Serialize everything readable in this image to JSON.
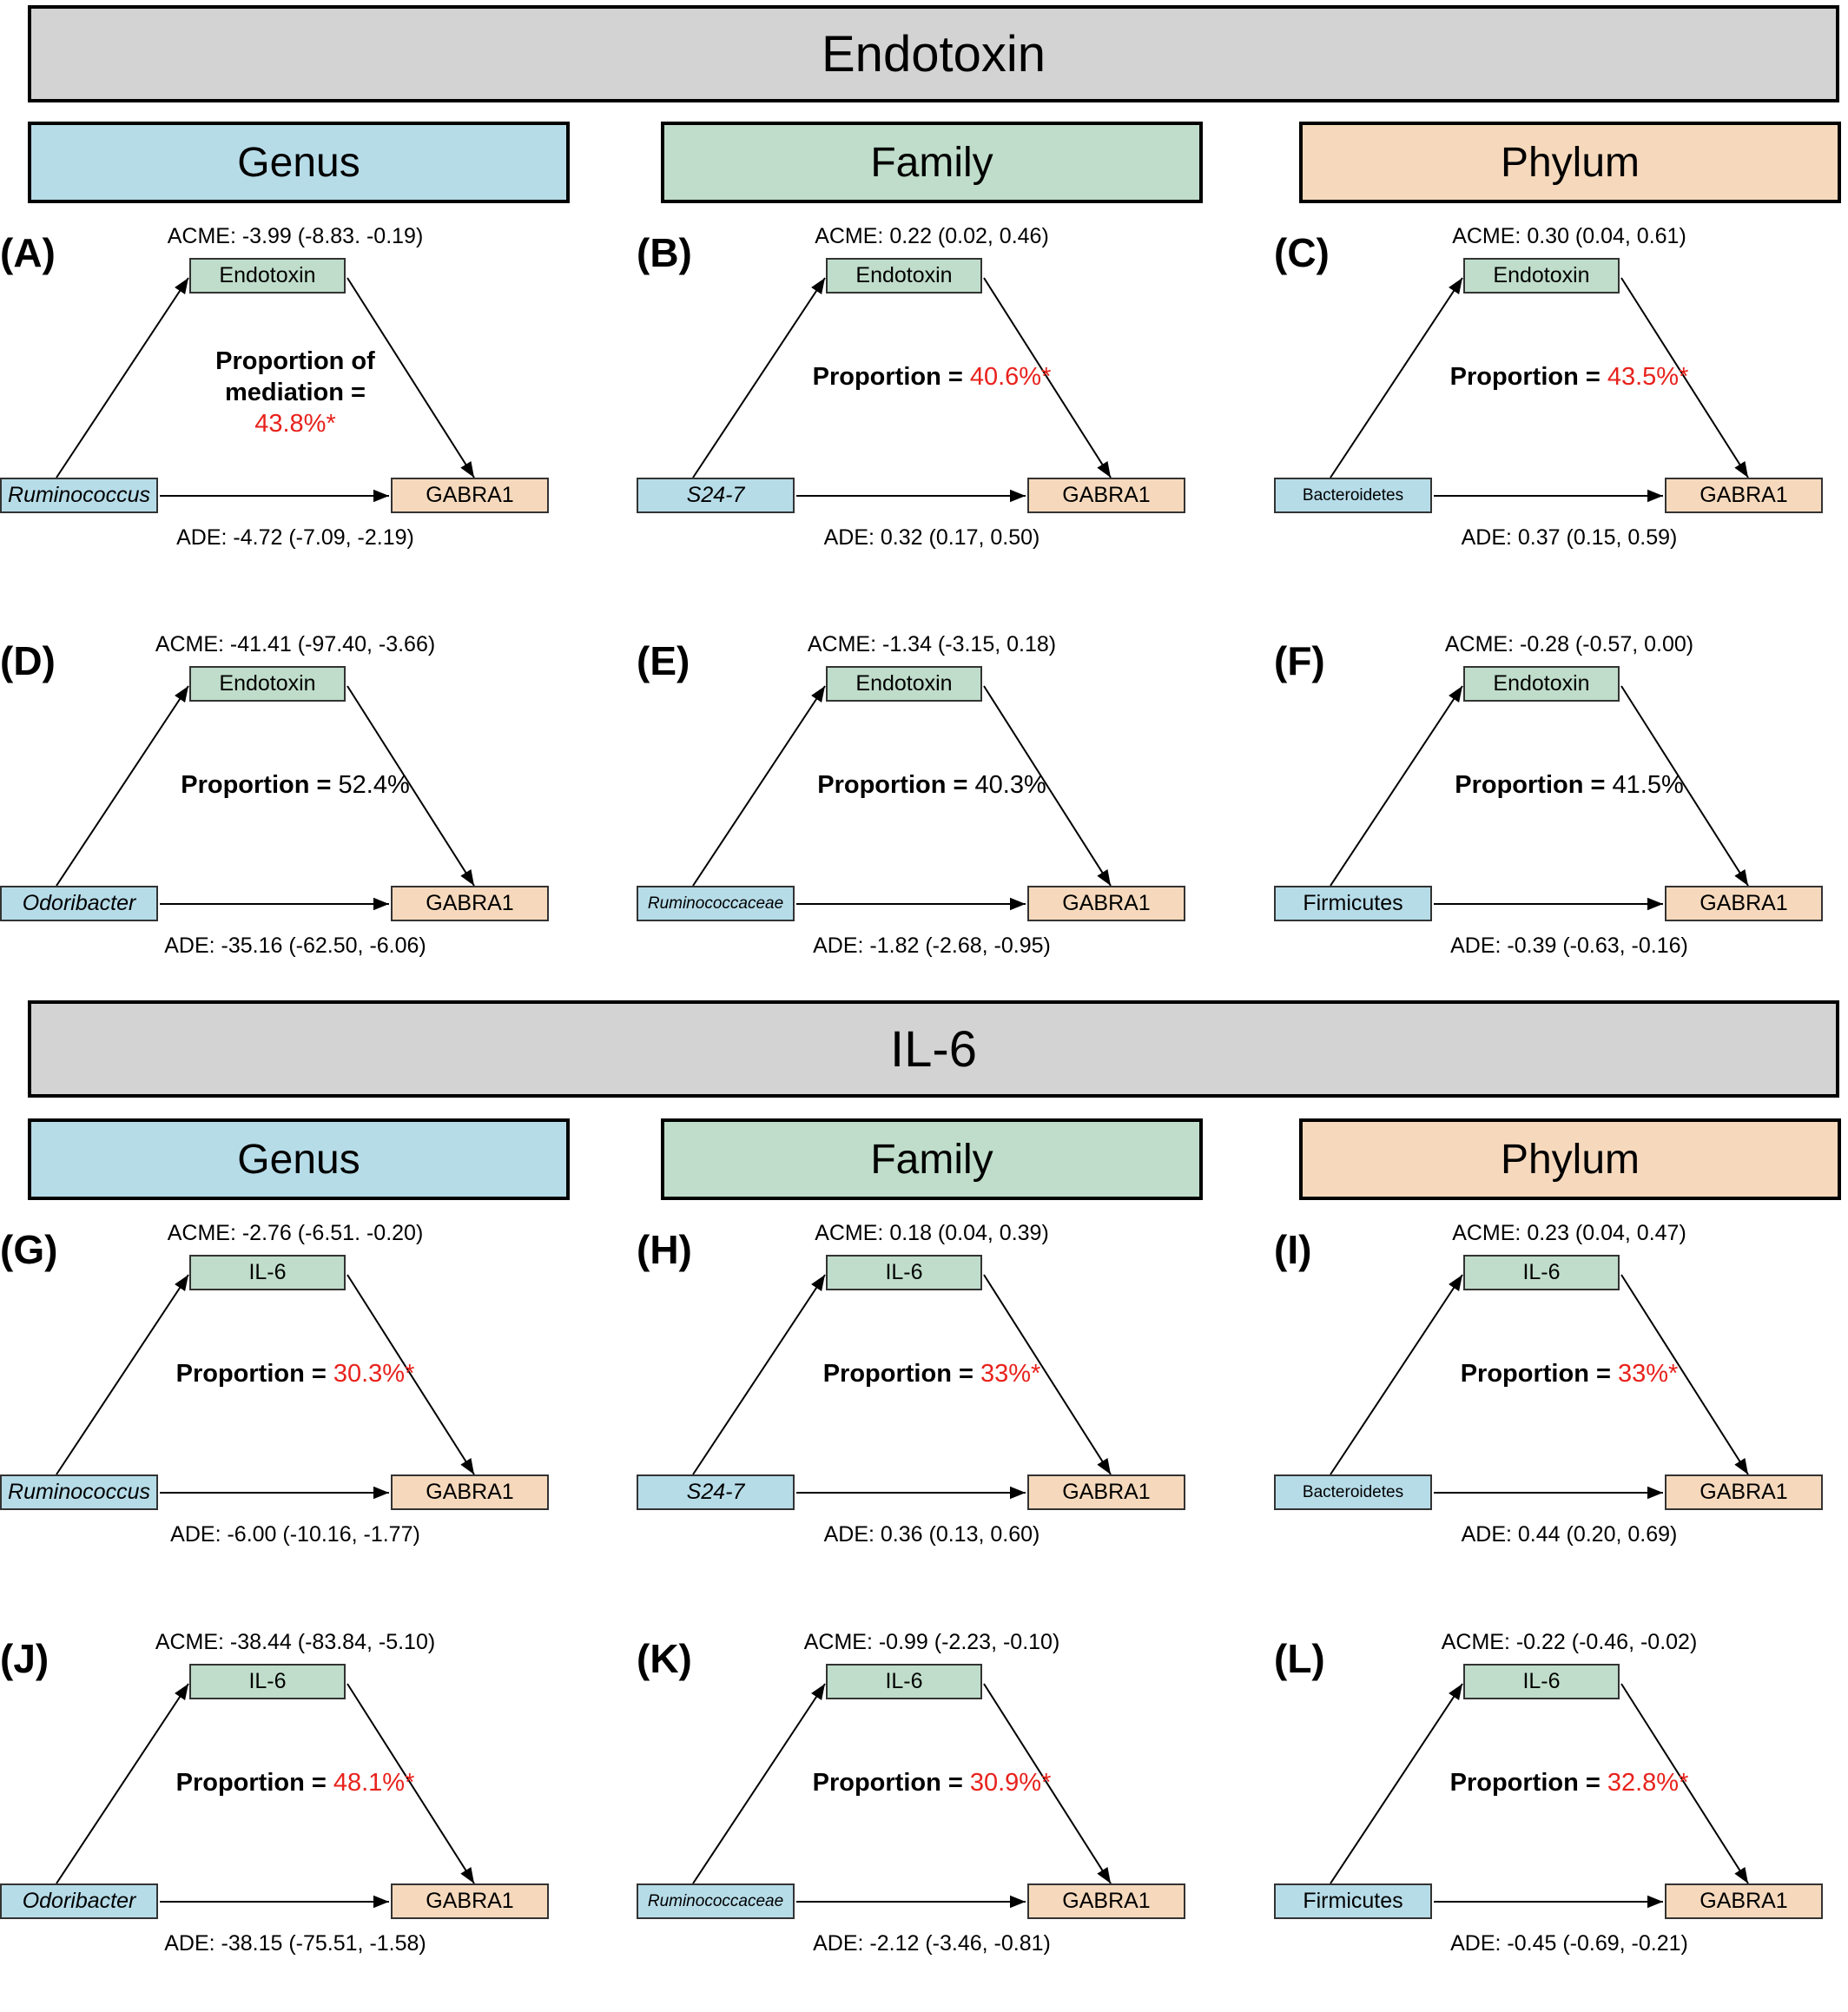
{
  "sections": [
    {
      "title": "Endotoxin",
      "levels": [
        "Genus",
        "Family",
        "Phylum"
      ],
      "panels": [
        {
          "label": "(A)",
          "acme": "ACME: -3.99 (-8.83. -0.19)",
          "mediator": "Endotoxin",
          "independent": "Ruminococcus",
          "dependent": "GABRA1",
          "proportion_prefix": "Proportion of mediation = ",
          "proportion_value": "43.8%*",
          "significant": true,
          "ade": "ADE: -4.72 (-7.09, -2.19)"
        },
        {
          "label": "(B)",
          "acme": "ACME: 0.22 (0.02, 0.46)",
          "mediator": "Endotoxin",
          "independent": "S24-7",
          "dependent": "GABRA1",
          "proportion_prefix": "Proportion = ",
          "proportion_value": "40.6%*",
          "significant": true,
          "ade": "ADE: 0.32 (0.17, 0.50)"
        },
        {
          "label": "(C)",
          "acme": "ACME: 0.30 (0.04, 0.61)",
          "mediator": "Endotoxin",
          "independent": "Bacteroidetes",
          "dependent": "GABRA1",
          "proportion_prefix": "Proportion = ",
          "proportion_value": "43.5%*",
          "significant": true,
          "ade": "ADE: 0.37 (0.15, 0.59)"
        },
        {
          "label": "(D)",
          "acme": "ACME: -41.41 (-97.40, -3.66)",
          "mediator": "Endotoxin",
          "independent": "Odoribacter",
          "dependent": "GABRA1",
          "proportion_prefix": "Proportion = ",
          "proportion_value": "52.4%",
          "significant": false,
          "ade": "ADE: -35.16 (-62.50, -6.06)"
        },
        {
          "label": "(E)",
          "acme": "ACME: -1.34 (-3.15, 0.18)",
          "mediator": "Endotoxin",
          "independent": "Ruminococcaceae",
          "dependent": "GABRA1",
          "proportion_prefix": "Proportion = ",
          "proportion_value": "40.3%",
          "significant": false,
          "ade": "ADE: -1.82 (-2.68, -0.95)"
        },
        {
          "label": "(F)",
          "acme": "ACME: -0.28 (-0.57, 0.00)",
          "mediator": "Endotoxin",
          "independent": "Firmicutes",
          "dependent": "GABRA1",
          "proportion_prefix": "Proportion = ",
          "proportion_value": "41.5%",
          "significant": false,
          "ade": "ADE: -0.39 (-0.63, -0.16)"
        }
      ]
    },
    {
      "title": "IL-6",
      "levels": [
        "Genus",
        "Family",
        "Phylum"
      ],
      "panels": [
        {
          "label": "(G)",
          "acme": "ACME: -2.76 (-6.51. -0.20)",
          "mediator": "IL-6",
          "independent": "Ruminococcus",
          "dependent": "GABRA1",
          "proportion_prefix": "Proportion = ",
          "proportion_value": "30.3%*",
          "significant": true,
          "ade": "ADE: -6.00 (-10.16, -1.77)"
        },
        {
          "label": "(H)",
          "acme": "ACME: 0.18 (0.04, 0.39)",
          "mediator": "IL-6",
          "independent": "S24-7",
          "dependent": "GABRA1",
          "proportion_prefix": "Proportion = ",
          "proportion_value": "33%*",
          "significant": true,
          "ade": "ADE: 0.36 (0.13, 0.60)"
        },
        {
          "label": "(I)",
          "acme": "ACME: 0.23 (0.04, 0.47)",
          "mediator": "IL-6",
          "independent": "Bacteroidetes",
          "dependent": "GABRA1",
          "proportion_prefix": "Proportion = ",
          "proportion_value": "33%*",
          "significant": true,
          "ade": "ADE: 0.44 (0.20, 0.69)"
        },
        {
          "label": "(J)",
          "acme": "ACME: -38.44 (-83.84, -5.10)",
          "mediator": "IL-6",
          "independent": "Odoribacter",
          "dependent": "GABRA1",
          "proportion_prefix": "Proportion = ",
          "proportion_value": "48.1%*",
          "significant": true,
          "ade": "ADE: -38.15 (-75.51, -1.58)"
        },
        {
          "label": "(K)",
          "acme": "ACME: -0.99 (-2.23, -0.10)",
          "mediator": "IL-6",
          "independent": "Ruminococcaceae",
          "dependent": "GABRA1",
          "proportion_prefix": "Proportion = ",
          "proportion_value": "30.9%*",
          "significant": true,
          "ade": "ADE: -2.12 (-3.46, -0.81)"
        },
        {
          "label": "(L)",
          "acme": "ACME: -0.22 (-0.46, -0.02)",
          "mediator": "IL-6",
          "independent": "Firmicutes",
          "dependent": "GABRA1",
          "proportion_prefix": "Proportion = ",
          "proportion_value": "32.8%*",
          "significant": true,
          "ade": "ADE: -0.45 (-0.69, -0.21)"
        }
      ]
    }
  ],
  "colors": {
    "banner": "#d3d3d3",
    "genus": "#b6dce8",
    "family": "#bfddca",
    "phylum": "#f6d9bc",
    "mediator": "#bfddca",
    "independent": "#b6dce8",
    "dependent": "#f6d9bc",
    "significant": "#e8221c"
  }
}
